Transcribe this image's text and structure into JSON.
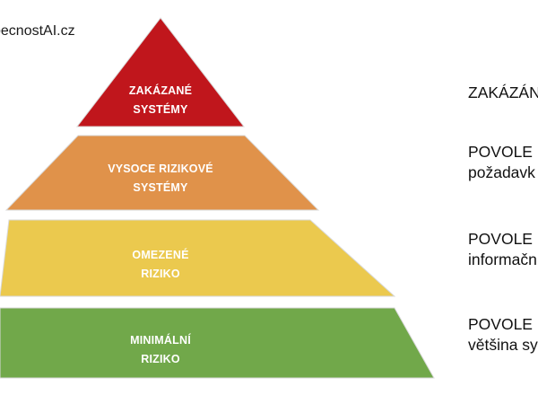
{
  "watermark": "becnostAI.cz",
  "tiers": [
    {
      "label_line1": "ZAKÁZANÉ",
      "label_line2": "SYSTÉMY",
      "color": "#c0161c",
      "desc_line1": "ZAKÁZÁN",
      "desc_line2": ""
    },
    {
      "label_line1": "VYSOCE RIZIKOVÉ",
      "label_line2": "SYSTÉMY",
      "color": "#e0924a",
      "desc_line1": "POVOLE",
      "desc_line2": "požadavk"
    },
    {
      "label_line1": "OMEZENÉ",
      "label_line2": "RIZIKO",
      "color": "#ebc94e",
      "desc_line1": "POVOLE",
      "desc_line2": "informačn"
    },
    {
      "label_line1": "MINIMÁLNÍ",
      "label_line2": "RIZIKO",
      "color": "#71a84a",
      "desc_line1": "POVOLE",
      "desc_line2": "většina sy"
    }
  ]
}
